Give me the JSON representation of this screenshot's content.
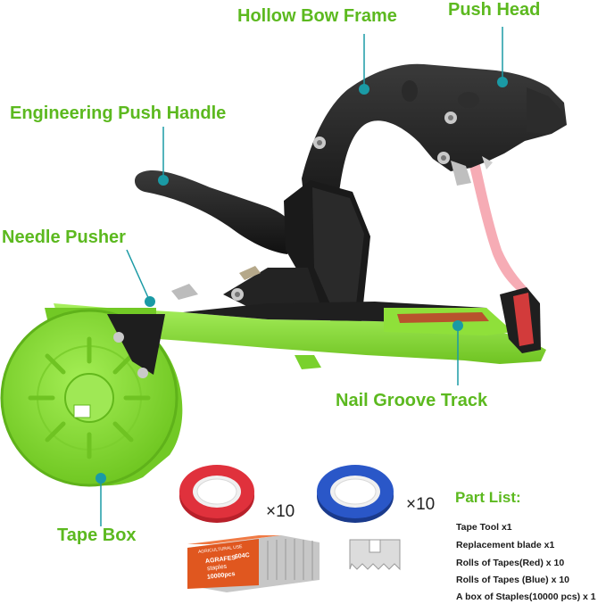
{
  "callouts": {
    "hollow_bow_frame": "Hollow Bow Frame",
    "push_head": "Push Head",
    "engineering_push_handle": "Engineering Push Handle",
    "needle_pusher": "Needle Pusher",
    "nail_groove_track": "Nail Groove Track",
    "tape_box": "Tape Box"
  },
  "accessories": {
    "red_tape_qty": "×10",
    "blue_tape_qty": "×10",
    "staple_box": {
      "brand": "AGRAFES",
      "line2": "staples",
      "count": "10000pcs",
      "model": "604C",
      "top_text": "AGRICULTURAL USE"
    }
  },
  "part_list": {
    "title": "Part List:",
    "items": [
      "Tape Tool x1",
      "Replacement blade x1",
      "Rolls of Tapes(Red) x 10",
      "Rolls of Tapes (Blue) x 10",
      "A box of Staples(10000 pcs) x 1"
    ]
  },
  "colors": {
    "label_green": "#5cb91f",
    "tool_green": "#8fe03a",
    "tool_black": "#1c1c1c",
    "dot_teal": "#1a9aa5"
  }
}
